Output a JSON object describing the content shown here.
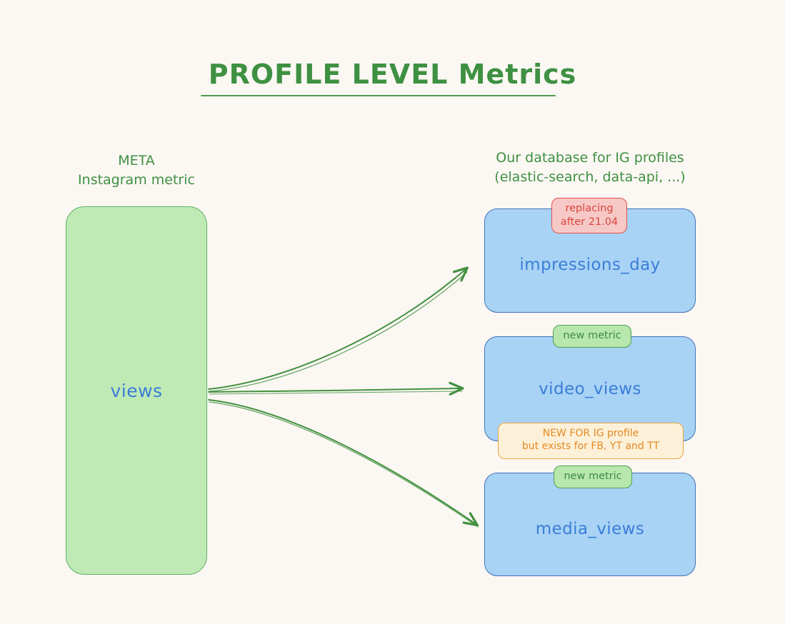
{
  "page": {
    "title": "PROFILE LEVEL Metrics",
    "background_color": "#fbf7f3",
    "accent_green": "#3e9142",
    "accent_blue": "#3b7dd8"
  },
  "columns": {
    "left": {
      "heading_line1": "META",
      "heading_line2": "Instagram metric"
    },
    "right": {
      "heading_line1": "Our database for IG profiles",
      "heading_line2": "(elastic-search, data-api, ...)"
    }
  },
  "source": {
    "label": "views",
    "fill_color": "#bfeab5",
    "border_color": "#5faf63",
    "text_color": "#3b7dd8"
  },
  "targets": [
    {
      "label": "impressions_day",
      "fill_color": "#a8d3f5",
      "border_color": "#3f72b8",
      "text_color": "#3b7dd8",
      "badge": {
        "kind": "replacing",
        "line1": "replacing",
        "line2": "after 21.04",
        "fill_color": "#f7c9c6",
        "border_color": "#e0504d",
        "text_color": "#d8453f"
      }
    },
    {
      "label": "video_views",
      "fill_color": "#a8d3f5",
      "border_color": "#3f72b8",
      "text_color": "#3b7dd8",
      "badge": {
        "kind": "new-metric",
        "line1": "new metric",
        "fill_color": "#b7e7ad",
        "border_color": "#4e9e4f",
        "text_color": "#3e8b45"
      },
      "note": {
        "line1": "NEW FOR IG profile",
        "line2": "but exists for FB, YT and TT",
        "fill_color": "#fdf0d8",
        "border_color": "#e8a53d",
        "text_color": "#e38a23"
      }
    },
    {
      "label": "media_views",
      "fill_color": "#a8d3f5",
      "border_color": "#3f72b8",
      "text_color": "#3b7dd8",
      "badge": {
        "kind": "new-metric",
        "line1": "new metric",
        "fill_color": "#b7e7ad",
        "border_color": "#4e9e4f",
        "text_color": "#3e8b45"
      }
    }
  ],
  "connectors": {
    "color": "#42913f",
    "count": 3,
    "from": "views",
    "to": [
      "impressions_day",
      "video_views",
      "media_views"
    ]
  }
}
